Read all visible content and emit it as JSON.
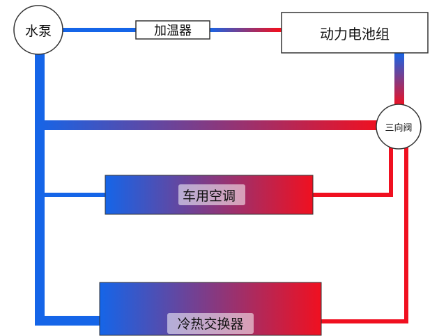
{
  "nodes": {
    "pump": "水泵",
    "heater": "加温器",
    "battery": "动力电池组",
    "valve": "三向阀",
    "ac": "车用空调",
    "exchanger": "冷热交换器"
  },
  "colors": {
    "cold": "#1565e8",
    "hot": "#f01020",
    "border": "#333333",
    "text": "#111111"
  }
}
